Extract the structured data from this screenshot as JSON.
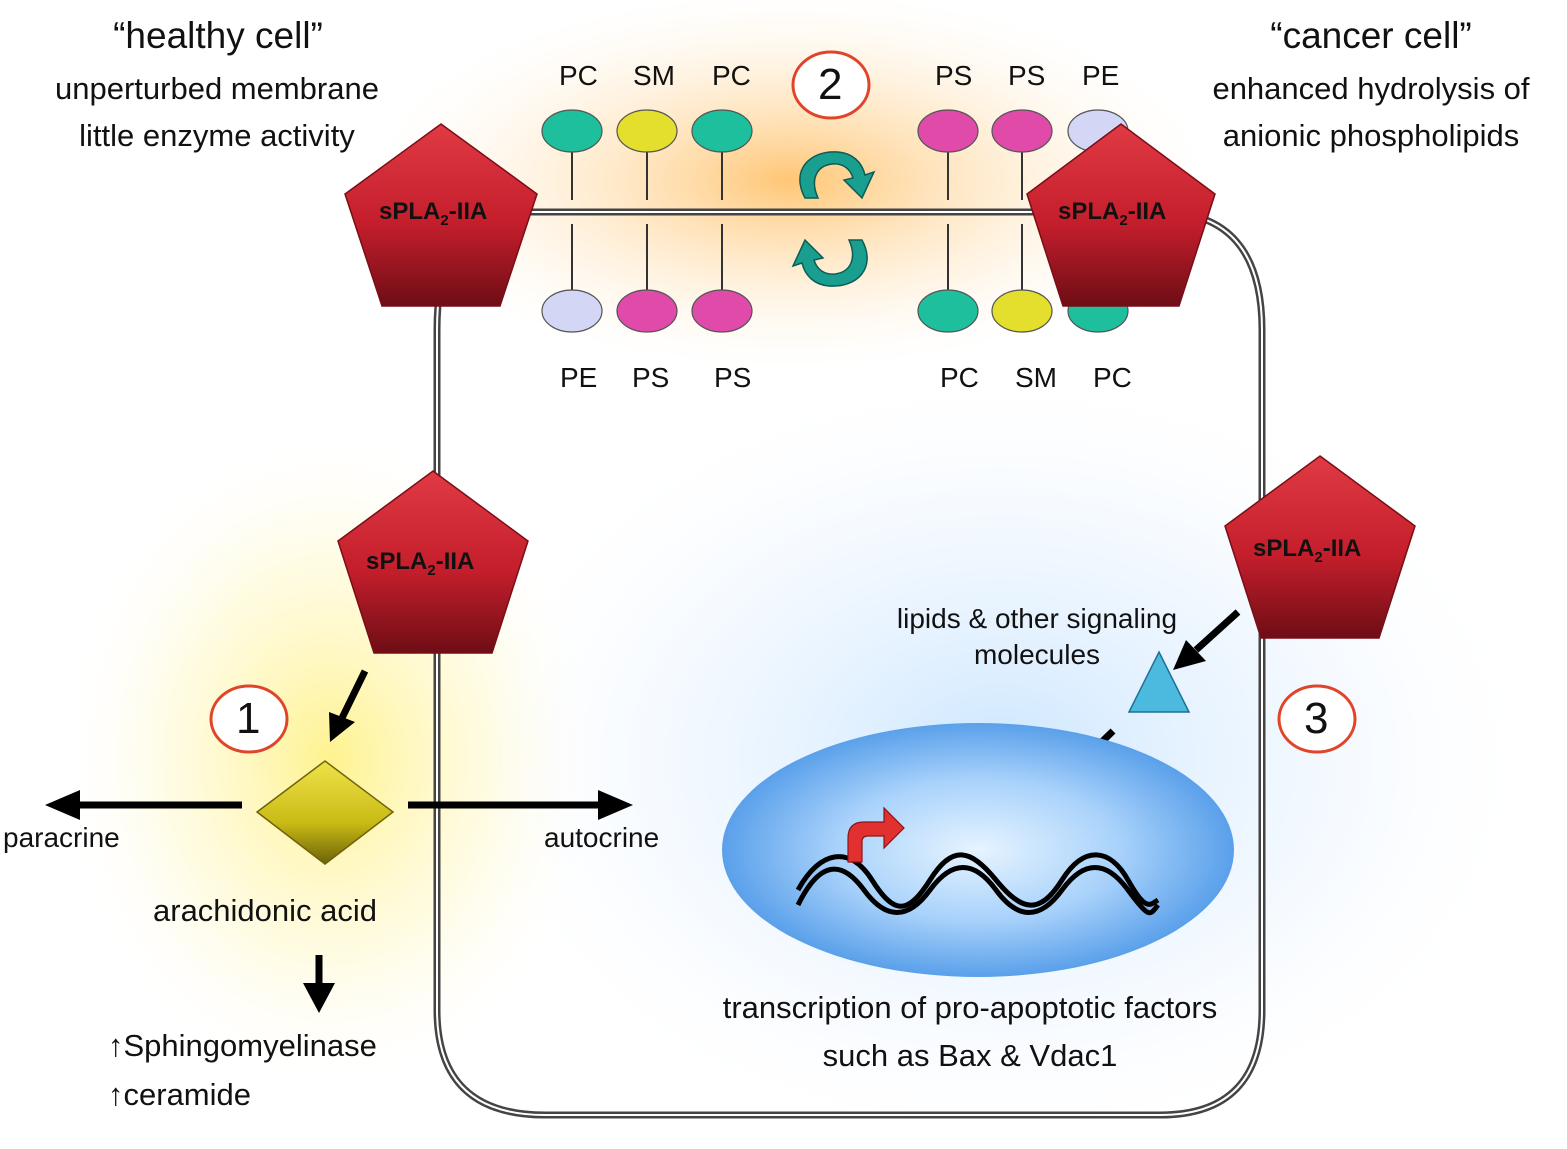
{
  "healthy": {
    "title": "“healthy cell”",
    "line1": "unperturbed membrane",
    "line2": "little enzyme activity"
  },
  "cancer": {
    "title": "“cancer cell”",
    "line1": "enhanced hydrolysis of",
    "line2": "anionic phospholipids"
  },
  "membrane": {
    "left_top": [
      "PC",
      "SM",
      "PC"
    ],
    "left_bottom": [
      "PE",
      "PS",
      "PS"
    ],
    "right_top": [
      "PS",
      "PS",
      "PE"
    ],
    "right_bottom": [
      "PC",
      "SM",
      "PC"
    ]
  },
  "enzyme": {
    "prefix": "sPLA",
    "subscript": "2",
    "suffix": "-IIA"
  },
  "numbers": {
    "one": "1",
    "two": "2",
    "three": "3"
  },
  "pathway1": {
    "paracrine": "paracrine",
    "autocrine": "autocrine",
    "product": "arachidonic acid",
    "effect1": "↑Sphingomyelinase",
    "effect2": "↑ceramide"
  },
  "pathway3": {
    "signal_line1": "lipids & other signaling",
    "signal_line2": "molecules",
    "result_line1": "transcription of pro-apoptotic factors",
    "result_line2": "such as Bax & Vdac1"
  },
  "colors": {
    "enzyme_red": "#c8202f",
    "PC": "#1dbf9c",
    "SM": "#e3df2c",
    "PE": "#d4d6f6",
    "PS": "#e04aa8",
    "number_circle": "#e0452a",
    "arachidonic_diamond": "#d7c91d",
    "signal_triangle": "#4cb9df",
    "nucleus": "#5aa8ee",
    "rotation_arrows": "#1a9e8f",
    "transcription_arrow": "#e03030"
  }
}
